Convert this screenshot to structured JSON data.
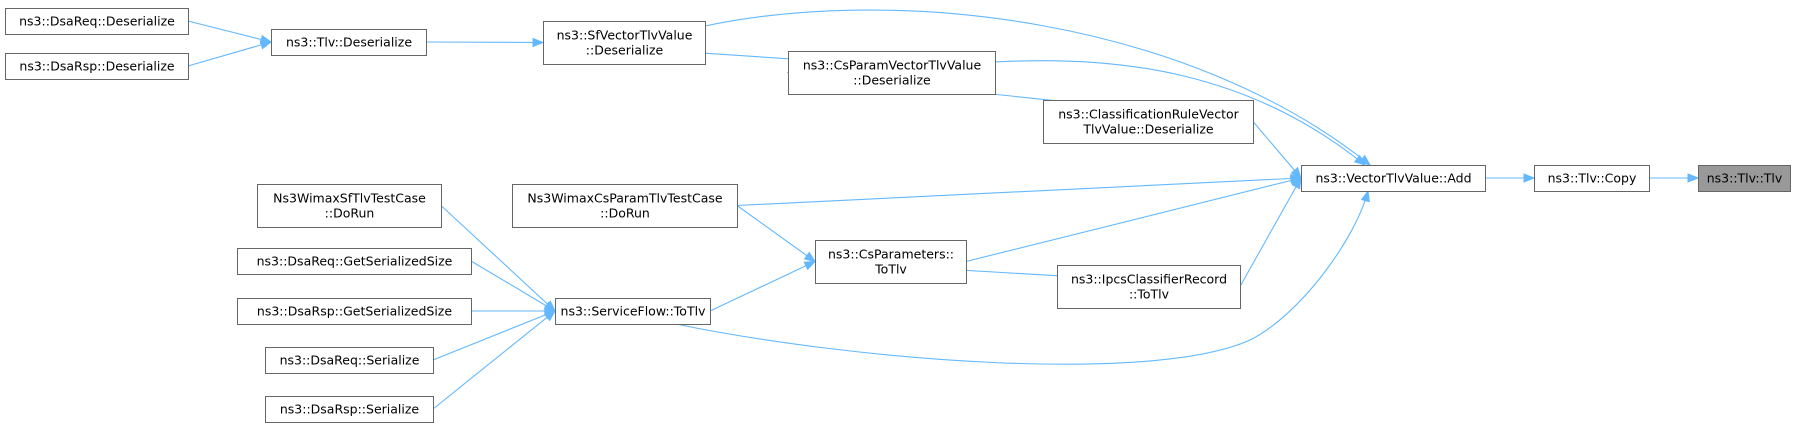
{
  "diagram": {
    "type": "doxygen-caller-graph",
    "edge_color": "#63b8ff",
    "node_border_color": "#666666",
    "highlight_fill": "#999999",
    "nodes": [
      {
        "id": "tlv_tlv",
        "lines": [
          "ns3::Tlv::Tlv"
        ],
        "highlight": true
      },
      {
        "id": "tlv_copy",
        "lines": [
          "ns3::Tlv::Copy"
        ]
      },
      {
        "id": "vtv_add",
        "lines": [
          "ns3::VectorTlvValue::Add"
        ]
      },
      {
        "id": "sfv_deser",
        "lines": [
          "ns3::SfVectorTlvValue",
          "::Deserialize"
        ]
      },
      {
        "id": "cspv_deser",
        "lines": [
          "ns3::CsParamVectorTlvValue",
          "::Deserialize"
        ]
      },
      {
        "id": "crv_deser",
        "lines": [
          "ns3::ClassificationRuleVector",
          "TlvValue::Deserialize"
        ]
      },
      {
        "id": "tlv_deser",
        "lines": [
          "ns3::Tlv::Deserialize"
        ]
      },
      {
        "id": "dsareq_deser",
        "lines": [
          "ns3::DsaReq::Deserialize"
        ]
      },
      {
        "id": "dsarsp_deser",
        "lines": [
          "ns3::DsaRsp::Deserialize"
        ]
      },
      {
        "id": "cspt_dorun",
        "lines": [
          "Ns3WimaxCsParamTlvTestCase",
          "::DoRun"
        ]
      },
      {
        "id": "csp_totlv",
        "lines": [
          "ns3::CsParameters::",
          "ToTlv"
        ]
      },
      {
        "id": "ipcs_totlv",
        "lines": [
          "ns3::IpcsClassifierRecord",
          "::ToTlv"
        ]
      },
      {
        "id": "sf_totlv",
        "lines": [
          "ns3::ServiceFlow::ToTlv"
        ]
      },
      {
        "id": "sft_dorun",
        "lines": [
          "Ns3WimaxSfTlvTestCase",
          "::DoRun"
        ]
      },
      {
        "id": "dsareq_size",
        "lines": [
          "ns3::DsaReq::GetSerializedSize"
        ]
      },
      {
        "id": "dsarsp_size",
        "lines": [
          "ns3::DsaRsp::GetSerializedSize"
        ]
      },
      {
        "id": "dsareq_ser",
        "lines": [
          "ns3::DsaReq::Serialize"
        ]
      },
      {
        "id": "dsarsp_ser",
        "lines": [
          "ns3::DsaRsp::Serialize"
        ]
      }
    ],
    "edges": [
      {
        "from": "tlv_copy",
        "to": "tlv_tlv"
      },
      {
        "from": "vtv_add",
        "to": "tlv_copy"
      },
      {
        "from": "sfv_deser",
        "to": "vtv_add"
      },
      {
        "from": "cspv_deser",
        "to": "vtv_add"
      },
      {
        "from": "crv_deser",
        "to": "vtv_add"
      },
      {
        "from": "cspt_dorun",
        "to": "vtv_add"
      },
      {
        "from": "csp_totlv",
        "to": "vtv_add"
      },
      {
        "from": "ipcs_totlv",
        "to": "vtv_add"
      },
      {
        "from": "sf_totlv",
        "to": "vtv_add"
      },
      {
        "from": "tlv_deser",
        "to": "sfv_deser"
      },
      {
        "from": "cspv_deser",
        "to": "sfv_deser"
      },
      {
        "from": "crv_deser",
        "to": "cspv_deser"
      },
      {
        "from": "dsareq_deser",
        "to": "tlv_deser"
      },
      {
        "from": "dsarsp_deser",
        "to": "tlv_deser"
      },
      {
        "from": "cspt_dorun",
        "to": "csp_totlv"
      },
      {
        "from": "ipcs_totlv",
        "to": "csp_totlv"
      },
      {
        "from": "sf_totlv",
        "to": "csp_totlv"
      },
      {
        "from": "sft_dorun",
        "to": "sf_totlv"
      },
      {
        "from": "dsareq_size",
        "to": "sf_totlv"
      },
      {
        "from": "dsarsp_size",
        "to": "sf_totlv"
      },
      {
        "from": "dsareq_ser",
        "to": "sf_totlv"
      },
      {
        "from": "dsarsp_ser",
        "to": "sf_totlv"
      }
    ]
  }
}
